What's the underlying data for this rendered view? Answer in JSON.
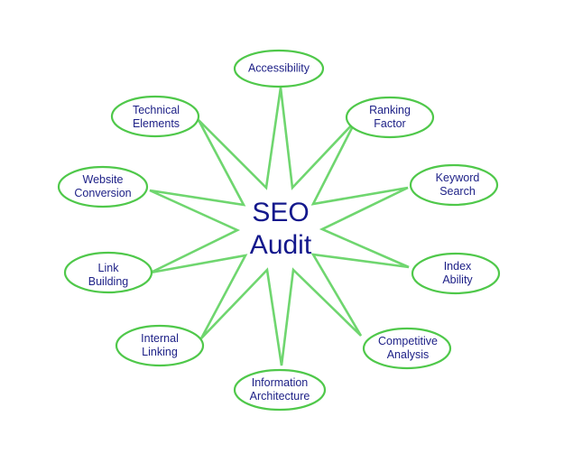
{
  "diagram": {
    "center": {
      "line1": "SEO",
      "line2": "Audit"
    },
    "nodes": [
      {
        "id": "accessibility",
        "line1": "Accessibility",
        "line2": ""
      },
      {
        "id": "ranking-factor",
        "line1": "Ranking",
        "line2": "Factor"
      },
      {
        "id": "keyword-search",
        "line1": "Keyword",
        "line2": "Search"
      },
      {
        "id": "index-ability",
        "line1": "Index",
        "line2": "Ability"
      },
      {
        "id": "competitive-analysis",
        "line1": "Competitive",
        "line2": "Analysis"
      },
      {
        "id": "information-architecture",
        "line1": "Information",
        "line2": "Architecture"
      },
      {
        "id": "internal-linking",
        "line1": "Internal",
        "line2": "Linking"
      },
      {
        "id": "link-building",
        "line1": "Link",
        "line2": "Building"
      },
      {
        "id": "website-conversion",
        "line1": "Website",
        "line2": "Conversion"
      },
      {
        "id": "technical-elements",
        "line1": "Technical",
        "line2": "Elements"
      }
    ],
    "colors": {
      "line": "#6fd66f",
      "ellipse": "#4fc84a",
      "text": "#1c1f86",
      "background": "#ffffff"
    }
  }
}
